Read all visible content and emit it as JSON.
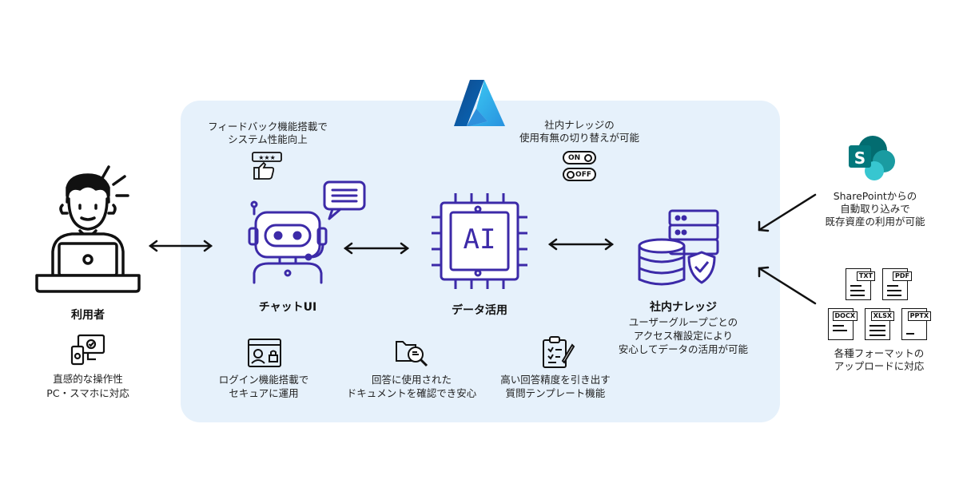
{
  "colors": {
    "panel_bg": "#e6f1fb",
    "accent_purple": "#3c2aa8",
    "azure_blue": "#0a78d4",
    "sharepoint_teal": "#036c70",
    "line_dark": "#111111"
  },
  "user": {
    "label": "利用者",
    "desc_line1": "直感的な操作性",
    "desc_line2": "PC・スマホに対応",
    "icon": "person-laptop-icon",
    "device_icon": "pc-smartphone-icon"
  },
  "chat": {
    "label": "チャットUI",
    "feedback_line1": "フィードバック機能搭載で",
    "feedback_line2": "システム性能向上",
    "feedback_icon": "thumbs-up-rating-icon",
    "icon": "robot-headset-icon"
  },
  "ai": {
    "label": "データ活用",
    "chip_text": "AI",
    "icon": "ai-chip-icon"
  },
  "knowledge": {
    "label": "社内ナレッジ",
    "toggle_line1": "社内ナレッジの",
    "toggle_line2": "使用有無の切り替えが可能",
    "toggle_on": "ON",
    "toggle_off": "OFF",
    "desc_line1": "ユーザーグループごとの",
    "desc_line2": "アクセス権設定により",
    "desc_line3": "安心してデータの活用が可能",
    "icon": "database-shield-icon"
  },
  "features": [
    {
      "line1": "ログイン機能搭載で",
      "line2": "セキュアに運用",
      "icon": "secure-login-icon"
    },
    {
      "line1": "回答に使用された",
      "line2": "ドキュメントを確認でき安心",
      "icon": "document-search-icon"
    },
    {
      "line1": "高い回答精度を引き出す",
      "line2": "質問テンプレート機能",
      "icon": "clipboard-template-icon"
    }
  ],
  "sharepoint": {
    "logo_letter": "S",
    "line1": "SharePointからの",
    "line2": "自動取り込みで",
    "line3": "既存資産の利用が可能",
    "icon": "sharepoint-logo-icon"
  },
  "formats": {
    "types": [
      "TXT",
      "PDF",
      "DOCX",
      "XLSX",
      "PPTX"
    ],
    "line1": "各種フォーマットの",
    "line2": "アップロードに対応"
  },
  "azure": {
    "icon": "azure-logo-icon"
  }
}
